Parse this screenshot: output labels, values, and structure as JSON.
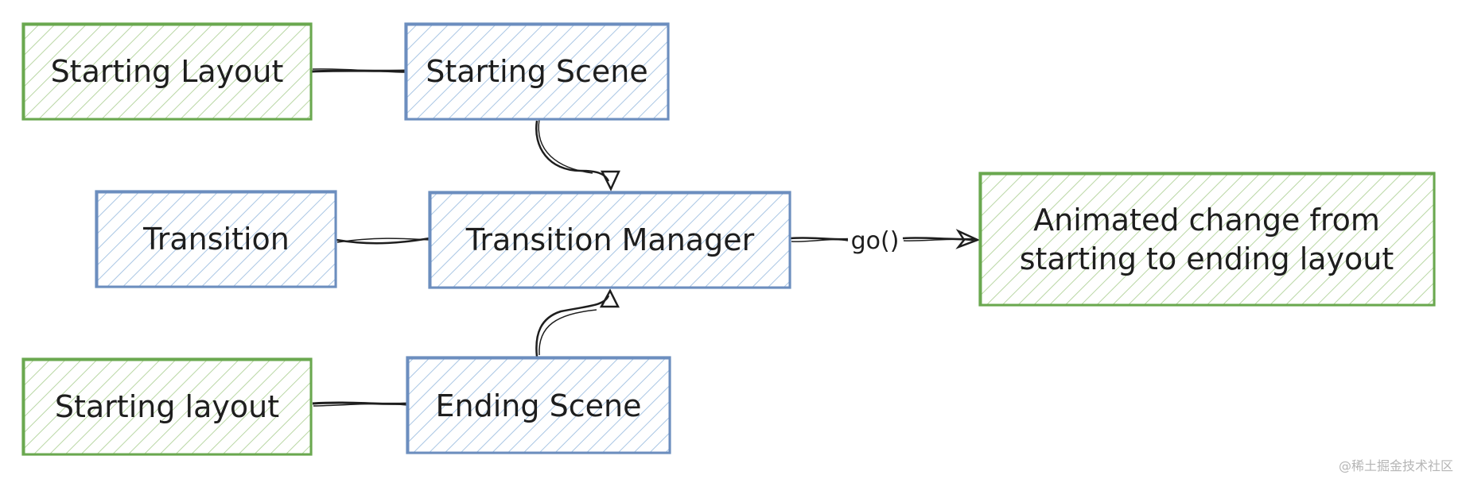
{
  "colors": {
    "green_stroke": "#6aa84f",
    "green_fill": "#d5e8c4",
    "blue_stroke": "#6c8ebf",
    "blue_fill": "#c9dcee",
    "line": "#1e1e1e"
  },
  "nodes": {
    "starting_layout_top": {
      "label": "Starting Layout"
    },
    "starting_scene": {
      "label": "Starting Scene"
    },
    "transition": {
      "label": "Transition"
    },
    "transition_manager": {
      "label": "Transition Manager"
    },
    "animated_change": {
      "line1": "Animated change from",
      "line2": "starting to ending layout"
    },
    "starting_layout_bottom": {
      "label": "Starting layout"
    },
    "ending_scene": {
      "label": "Ending Scene"
    }
  },
  "edges": {
    "go_label": "go()"
  },
  "watermark": "@稀土掘金技术社区"
}
